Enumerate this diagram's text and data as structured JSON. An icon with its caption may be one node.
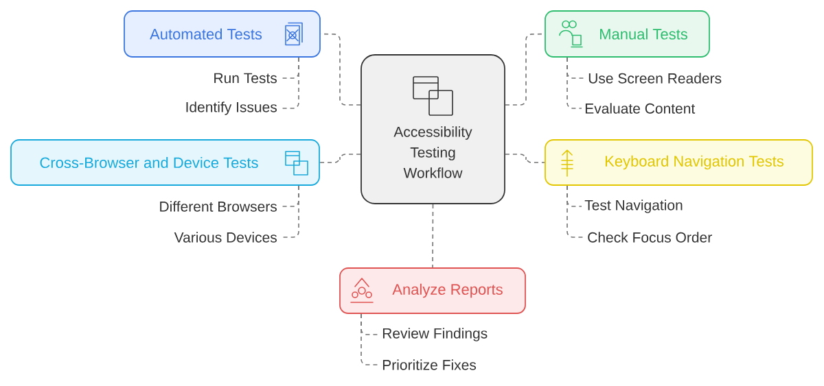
{
  "diagram": {
    "nodes": [
      {
        "text": [
          "Accessibility Testing Workflow"
        ]
      },
      {
        "text": [
          "Automated Tests"
        ]
      },
      {
        "text": [
          "Run Tests"
        ]
      },
      {
        "text": [
          "Identify Issues"
        ]
      },
      {
        "text": [
          "Manual Tests"
        ]
      },
      {
        "text": [
          "Use Screen Readers"
        ]
      },
      {
        "text": [
          "Evaluate Content"
        ]
      },
      {
        "text": [
          "Cross-Browser and Device Tests"
        ]
      },
      {
        "text": [
          "Different Browsers"
        ]
      },
      {
        "text": [
          "Various Devices"
        ]
      },
      {
        "text": [
          "Keyboard Navigation Tests"
        ]
      },
      {
        "text": [
          "Test Navigation"
        ]
      },
      {
        "text": [
          "Check Focus Order"
        ]
      },
      {
        "text": [
          "Analyze Reports"
        ]
      },
      {
        "text": [
          "Review Findings"
        ]
      },
      {
        "text": [
          "Prioritize Fixes"
        ]
      }
    ],
    "edges": [
      {
        "from": 0,
        "to": 1,
        "arrow": "none",
        "style": "dashed"
      },
      {
        "from": 0,
        "to": 4,
        "arrow": "none",
        "style": "dashed"
      },
      {
        "from": 0,
        "to": 7,
        "arrow": "none",
        "style": "dashed"
      },
      {
        "from": 0,
        "to": 10,
        "arrow": "none",
        "style": "dashed"
      },
      {
        "from": 0,
        "to": 13,
        "arrow": "none",
        "style": "dashed"
      },
      {
        "from": 1,
        "to": 2,
        "arrow": "none",
        "style": "dashed"
      },
      {
        "from": 1,
        "to": 3,
        "arrow": "none",
        "style": "dashed"
      },
      {
        "from": 4,
        "to": 5,
        "arrow": "none",
        "style": "dashed"
      },
      {
        "from": 4,
        "to": 6,
        "arrow": "none",
        "style": "dashed"
      },
      {
        "from": 7,
        "to": 8,
        "arrow": "none",
        "style": "dashed"
      },
      {
        "from": 7,
        "to": 9,
        "arrow": "none",
        "style": "dashed"
      },
      {
        "from": 10,
        "to": 11,
        "arrow": "none",
        "style": "dashed"
      },
      {
        "from": 10,
        "to": 12,
        "arrow": "none",
        "style": "dashed"
      },
      {
        "from": 13,
        "to": 14,
        "arrow": "none",
        "style": "dashed"
      },
      {
        "from": 13,
        "to": 15,
        "arrow": "none",
        "style": "dashed"
      }
    ]
  }
}
